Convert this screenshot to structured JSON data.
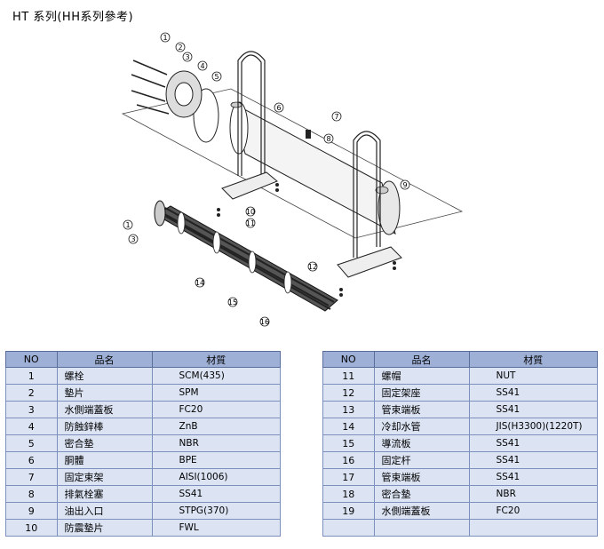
{
  "title": "HT 系列(HH系列參考)",
  "diagram": {
    "callouts": [
      "1",
      "2",
      "3",
      "4",
      "5",
      "6",
      "7",
      "8",
      "9",
      "10",
      "11",
      "12",
      "1",
      "3",
      "14",
      "15",
      "16"
    ]
  },
  "table_headers": {
    "no": "NO",
    "name": "品名",
    "material": "材質"
  },
  "left_rows": [
    {
      "no": "1",
      "name": "螺栓",
      "material": "SCM(435)"
    },
    {
      "no": "2",
      "name": "墊片",
      "material": "SPM"
    },
    {
      "no": "3",
      "name": "水側端蓋板",
      "material": "FC20"
    },
    {
      "no": "4",
      "name": "防蝕鋅棒",
      "material": "ZnB"
    },
    {
      "no": "5",
      "name": "密合墊",
      "material": "NBR"
    },
    {
      "no": "6",
      "name": "胴體",
      "material": "BPE"
    },
    {
      "no": "7",
      "name": "固定束架",
      "material": "AISI(1006)"
    },
    {
      "no": "8",
      "name": "排氣栓塞",
      "material": "SS41"
    },
    {
      "no": "9",
      "name": "油出入口",
      "material": "STPG(370)"
    },
    {
      "no": "10",
      "name": "防震墊片",
      "material": "FWL"
    }
  ],
  "right_rows": [
    {
      "no": "11",
      "name": "螺帽",
      "material": "NUT"
    },
    {
      "no": "12",
      "name": "固定架座",
      "material": "SS41"
    },
    {
      "no": "13",
      "name": "管束端板",
      "material": "SS41"
    },
    {
      "no": "14",
      "name": "冷却水管",
      "material": "JIS(H3300)(1220T)"
    },
    {
      "no": "15",
      "name": "導流板",
      "material": "SS41"
    },
    {
      "no": "16",
      "name": "固定杆",
      "material": "SS41"
    },
    {
      "no": "17",
      "name": "管束端板",
      "material": "SS41"
    },
    {
      "no": "18",
      "name": "密合墊",
      "material": "NBR"
    },
    {
      "no": "19",
      "name": "水側端蓋板",
      "material": "FC20"
    },
    {
      "no": "",
      "name": "",
      "material": ""
    }
  ]
}
